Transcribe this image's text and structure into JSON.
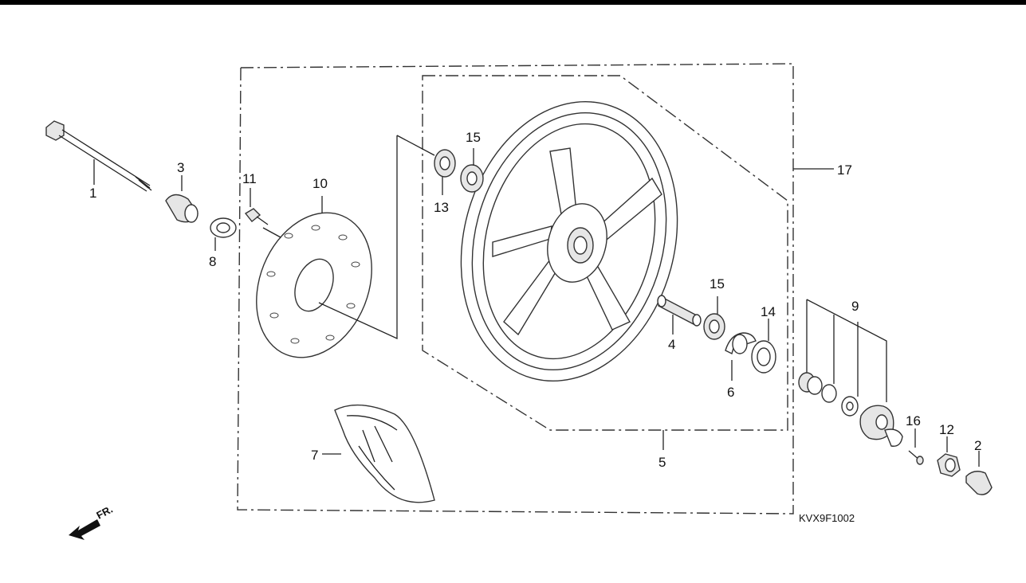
{
  "diagram": {
    "figure_code": "KVX9F1002",
    "front_marker": "FR.",
    "callouts": [
      "1",
      "2",
      "3",
      "4",
      "5",
      "6",
      "7",
      "8",
      "9",
      "10",
      "11",
      "12",
      "13",
      "14",
      "15",
      "15",
      "16",
      "17"
    ]
  }
}
